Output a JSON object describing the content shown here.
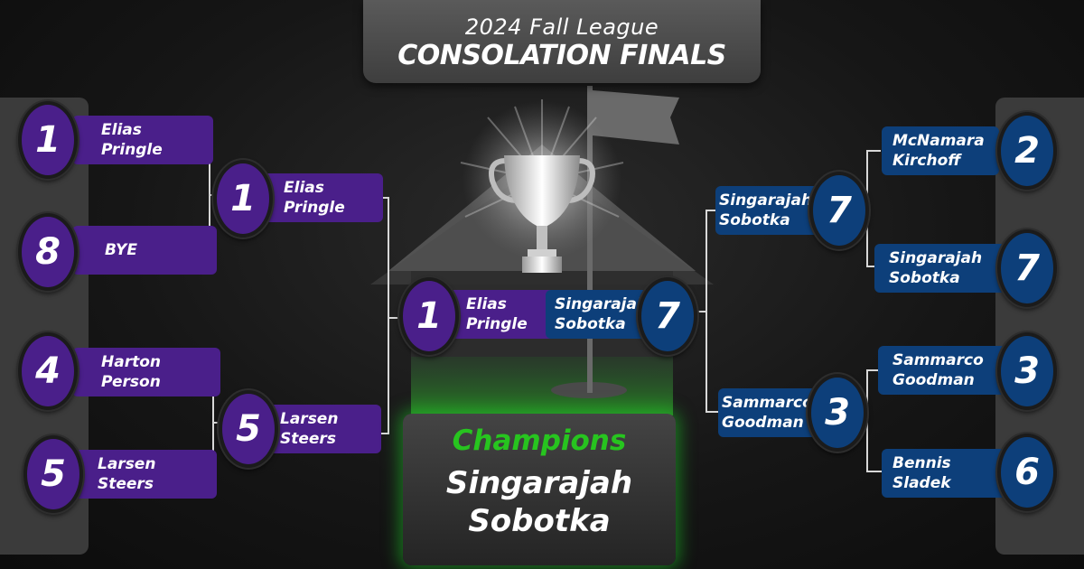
{
  "header": {
    "year_line": "2024 Fall League",
    "title": "CONSOLATION FINALS"
  },
  "champions": {
    "label": "Champions",
    "name_line1": "Singarajah",
    "name_line2": "Sobotka"
  },
  "colors": {
    "purple": "#4a1f8a",
    "blue": "#0d3f7a",
    "green": "#27c41f"
  },
  "icons": {
    "trophy": "trophy-icon",
    "flag": "golf-flag-icon"
  },
  "left": {
    "round1": [
      {
        "seed": "1",
        "line1": "Elias",
        "line2": "Pringle"
      },
      {
        "seed": "8",
        "line1": "BYE",
        "line2": ""
      },
      {
        "seed": "4",
        "line1": "Harton",
        "line2": "Person"
      },
      {
        "seed": "5",
        "line1": "Larsen",
        "line2": "Steers"
      }
    ],
    "round2": [
      {
        "seed": "1",
        "line1": "Elias",
        "line2": "Pringle"
      },
      {
        "seed": "5",
        "line1": "Larsen",
        "line2": "Steers"
      }
    ],
    "final": {
      "seed": "1",
      "line1": "Elias",
      "line2": "Pringle"
    }
  },
  "right": {
    "round1": [
      {
        "seed": "2",
        "line1": "McNamara",
        "line2": "Kirchoff"
      },
      {
        "seed": "7",
        "line1": "Singarajah",
        "line2": "Sobotka"
      },
      {
        "seed": "3",
        "line1": "Sammarco",
        "line2": "Goodman"
      },
      {
        "seed": "6",
        "line1": "Bennis",
        "line2": "Sladek"
      }
    ],
    "round2": [
      {
        "seed": "7",
        "line1": "Singarajah",
        "line2": "Sobotka"
      },
      {
        "seed": "3",
        "line1": "Sammarco",
        "line2": "Goodman"
      }
    ],
    "final": {
      "seed": "7",
      "line1": "Singarajah",
      "line2": "Sobotka"
    }
  }
}
